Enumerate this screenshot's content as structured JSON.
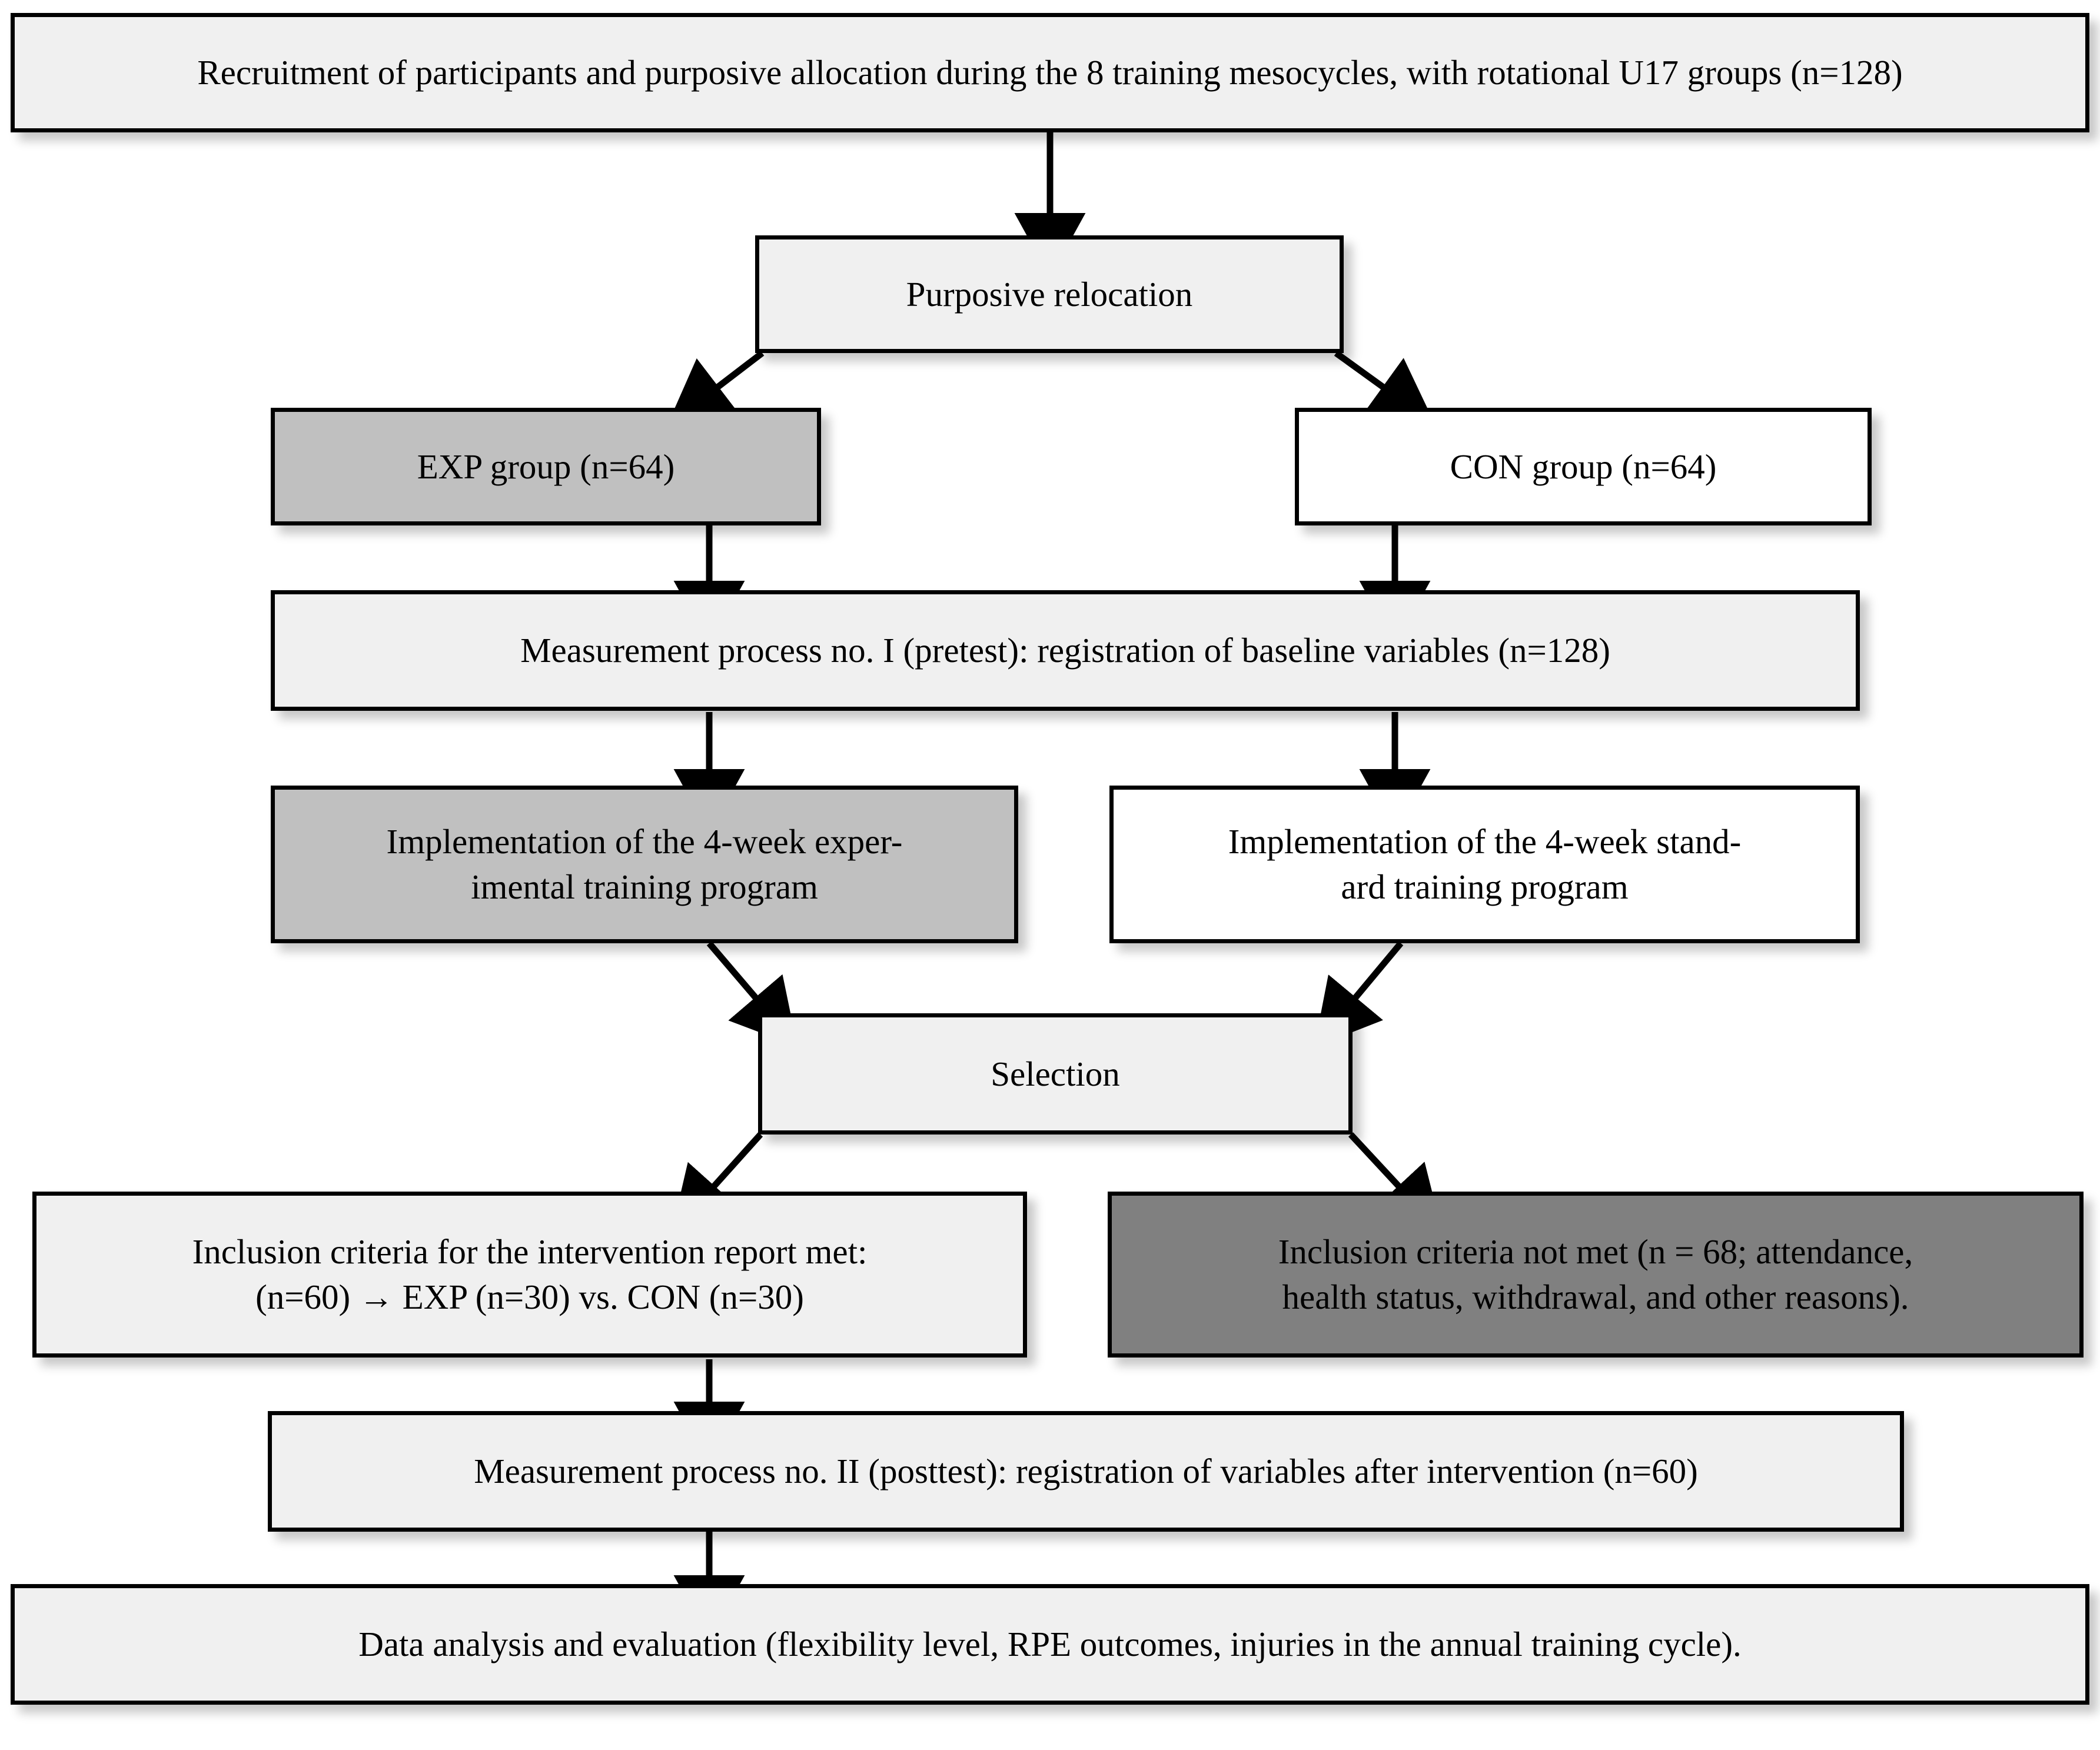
{
  "diagram": {
    "type": "flowchart",
    "title": "Study design flow diagram",
    "colors": {
      "light": "#f0f0f0",
      "white": "#ffffff",
      "gray": "#c0c0c0",
      "dark_gray": "#808080",
      "border": "#000000",
      "text": "#000000"
    },
    "nodes": [
      {
        "id": "recruitment",
        "text": "Recruitment of participants and purposive allocation during the 8 training mesocycles, with rotational U17 groups (n=128)",
        "fill": "light"
      },
      {
        "id": "purposive-relocation",
        "text": "Purposive relocation",
        "fill": "light"
      },
      {
        "id": "exp-group",
        "text": "EXP group (n=64)",
        "fill": "gray"
      },
      {
        "id": "con-group",
        "text": "CON group (n=64)",
        "fill": "white"
      },
      {
        "id": "measurement-pretest",
        "text": "Measurement process no. I (pretest): registration of baseline variables (n=128)",
        "fill": "light"
      },
      {
        "id": "exp-program",
        "line1": "Implementation of the 4-week exper-",
        "line2": "imental training program",
        "fill": "gray"
      },
      {
        "id": "con-program",
        "line1": "Implementation of the 4-week stand-",
        "line2": "ard training program",
        "fill": "white"
      },
      {
        "id": "selection",
        "text": "Selection",
        "fill": "light"
      },
      {
        "id": "inclusion-met",
        "line1": "Inclusion criteria for the intervention report met:",
        "line2": "(n=60) → EXP (n=30) vs. CON (n=30)",
        "fill": "light"
      },
      {
        "id": "inclusion-not-met",
        "line1": "Inclusion criteria not met (n = 68; attendance,",
        "line2": "health status, withdrawal, and other reasons).",
        "fill": "dark_gray"
      },
      {
        "id": "measurement-posttest",
        "text": "Measurement process no. II (posttest): registration of variables after intervention (n=60)",
        "fill": "light"
      },
      {
        "id": "data-analysis",
        "text": "Data analysis and evaluation (flexibility level, RPE outcomes, injuries in the annual training cycle).",
        "fill": "light"
      }
    ],
    "edges": [
      {
        "from": "recruitment",
        "to": "purposive-relocation",
        "style": "straight-down"
      },
      {
        "from": "purposive-relocation",
        "to": "exp-group",
        "style": "diagonal-left"
      },
      {
        "from": "purposive-relocation",
        "to": "con-group",
        "style": "diagonal-right"
      },
      {
        "from": "exp-group",
        "to": "measurement-pretest",
        "style": "straight-down"
      },
      {
        "from": "con-group",
        "to": "measurement-pretest",
        "style": "straight-down"
      },
      {
        "from": "measurement-pretest",
        "to": "exp-program",
        "style": "straight-down"
      },
      {
        "from": "measurement-pretest",
        "to": "con-program",
        "style": "straight-down"
      },
      {
        "from": "exp-program",
        "to": "selection",
        "style": "diagonal-right"
      },
      {
        "from": "con-program",
        "to": "selection",
        "style": "diagonal-left"
      },
      {
        "from": "selection",
        "to": "inclusion-met",
        "style": "diagonal-left"
      },
      {
        "from": "selection",
        "to": "inclusion-not-met",
        "style": "diagonal-right"
      },
      {
        "from": "inclusion-met",
        "to": "measurement-posttest",
        "style": "straight-down"
      },
      {
        "from": "measurement-posttest",
        "to": "data-analysis",
        "style": "straight-down"
      }
    ]
  }
}
